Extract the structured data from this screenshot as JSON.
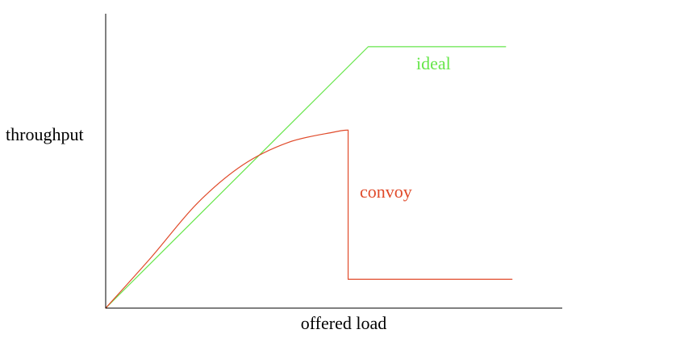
{
  "chart_data": {
    "type": "line",
    "title": "",
    "xlabel": "offered load",
    "ylabel": "throughput",
    "xlim": [
      0,
      100
    ],
    "ylim": [
      0,
      100
    ],
    "grid": false,
    "legend": "inline labels",
    "series": [
      {
        "name": "ideal",
        "color": "#66e64a",
        "x": [
          0,
          57.5,
          87.6
        ],
        "y": [
          0,
          88.8,
          88.8
        ]
      },
      {
        "name": "convoy",
        "color": "#e04a2a",
        "x": [
          0,
          10,
          20,
          30,
          40,
          50,
          53.1,
          53.1,
          89.0
        ],
        "y": [
          0,
          17.3,
          35.5,
          48.6,
          56.3,
          59.8,
          60.5,
          9.8,
          9.8
        ]
      }
    ]
  }
}
